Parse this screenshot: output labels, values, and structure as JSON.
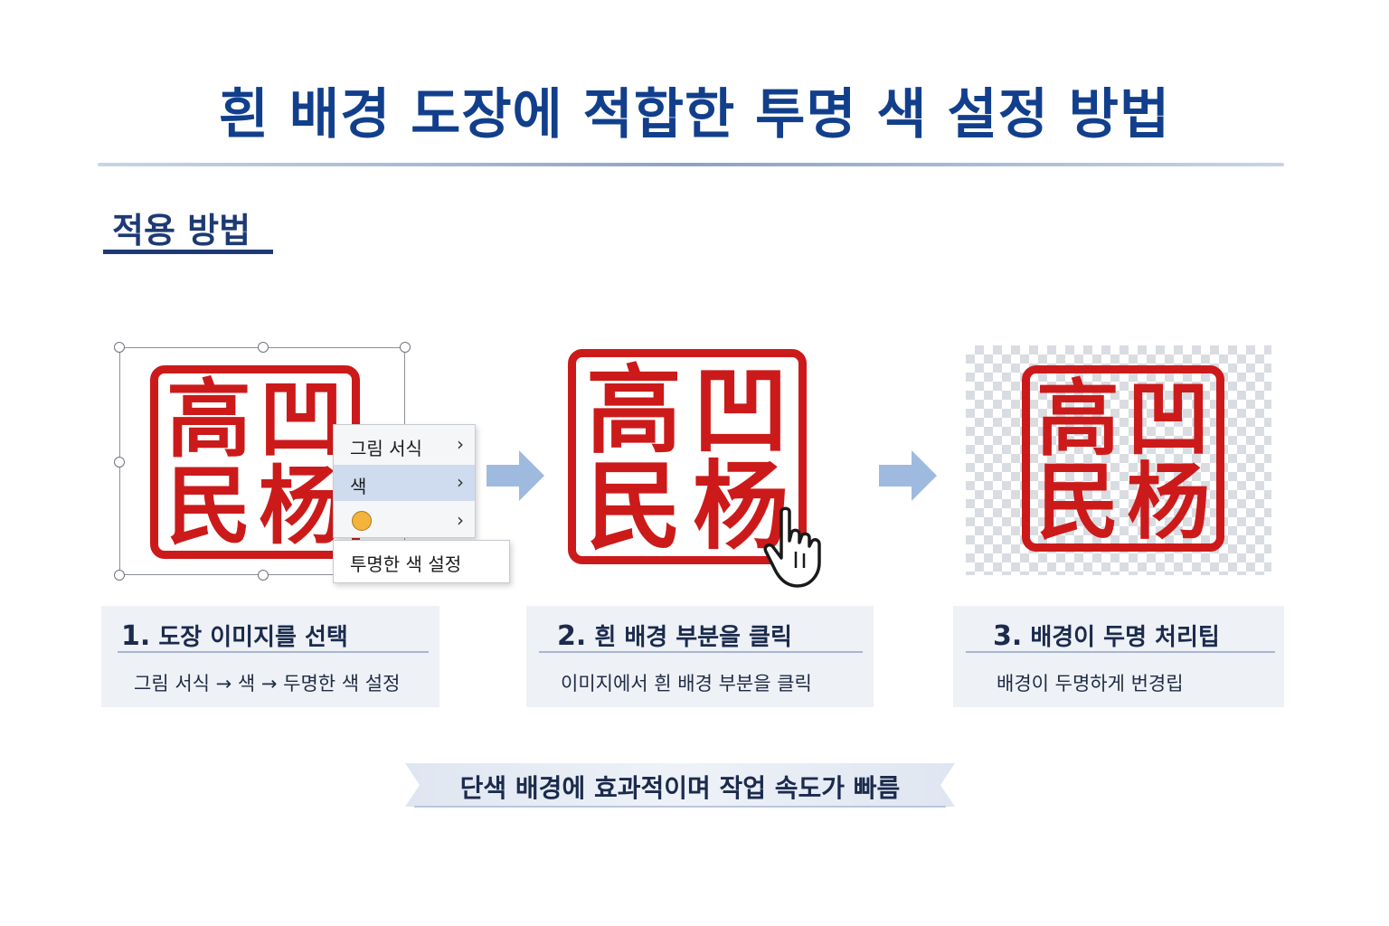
{
  "title": "흰 배경 도장에 적합한 투명 색 설정 방법",
  "section_title": "적용 방법",
  "stamp": {
    "glyphs": [
      "高",
      "凹",
      "民",
      "杨"
    ],
    "color": "#cc1a1a"
  },
  "context_menu": {
    "items": [
      {
        "label": "그림 서식",
        "chevron": "›"
      },
      {
        "label": "색",
        "chevron": "›"
      },
      {
        "label": "",
        "icon": "bulb-icon",
        "chevron": "›"
      }
    ],
    "submenu_label": "투명한 색 설정"
  },
  "steps": [
    {
      "number": "1.",
      "title": "도장 이미지를 선택",
      "description": "그림 서식 → 색 → 두명한 색 설정"
    },
    {
      "number": "2.",
      "title": "흰 배경 부분을 클릭",
      "description": "이미지에서 흰 배경 부분을 클릭"
    },
    {
      "number": "3.",
      "title": "배경이 두명 처리팁",
      "description": "배경이 두명하게 번경립"
    }
  ],
  "footer_banner": "단색 배경에 효과적이며 작업 속도가 빠름",
  "colors": {
    "title": "#123f8c",
    "accent_arrow": "#9fbadf",
    "card_bg": "#eef1f6",
    "stamp_red": "#cc1a1a"
  }
}
